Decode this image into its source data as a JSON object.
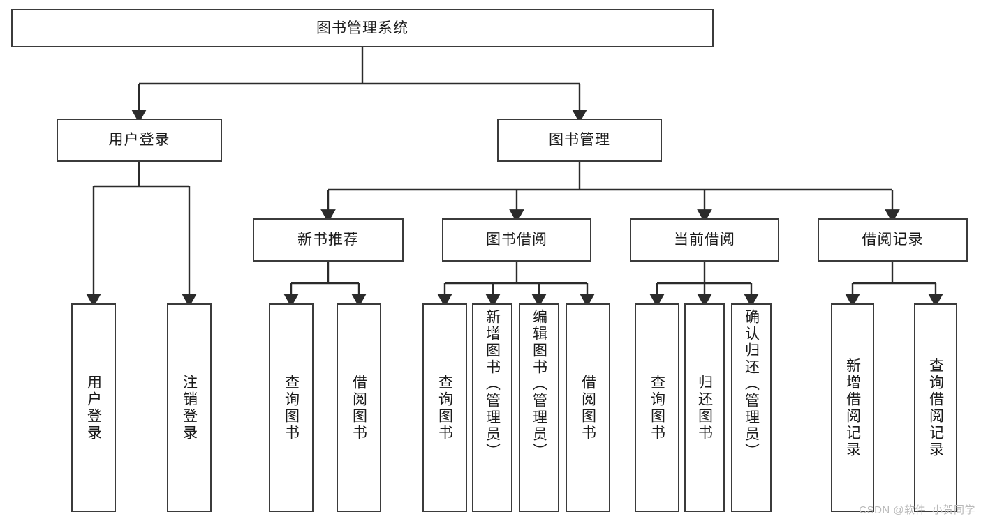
{
  "diagram": {
    "title": "图书管理系统",
    "type": "tree-hierarchy-diagram",
    "watermark": "CSDN @软件_小贺同学",
    "colors": {
      "box_border": "#3b3b3b",
      "box_fill": "#ffffff",
      "edge": "#2b2b2b",
      "text": "#1a1a1a",
      "watermark": "#b9b9b9"
    },
    "nodes": {
      "root": {
        "label": "图书管理系统"
      },
      "level2": [
        {
          "id": "user-login",
          "label": "用户登录"
        },
        {
          "id": "book-manage",
          "label": "图书管理"
        }
      ],
      "level3": [
        {
          "id": "new-book-recommend",
          "label": "新书推荐"
        },
        {
          "id": "book-borrow",
          "label": "图书借阅"
        },
        {
          "id": "current-borrow",
          "label": "当前借阅"
        },
        {
          "id": "borrow-record",
          "label": "借阅记录"
        }
      ],
      "leaves": {
        "user_login": [
          {
            "id": "leaf-user-login",
            "label": "用户登录"
          },
          {
            "id": "leaf-logout-login",
            "label": "注销登录"
          }
        ],
        "new_book_recommend": [
          {
            "id": "leaf-query-book-1",
            "label": "查询图书"
          },
          {
            "id": "leaf-borrow-book-1",
            "label": "借阅图书"
          }
        ],
        "book_borrow": [
          {
            "id": "leaf-query-book-2",
            "label": "查询图书"
          },
          {
            "id": "leaf-add-book-admin",
            "label": "新增图书（管理员）"
          },
          {
            "id": "leaf-edit-book-admin",
            "label": "编辑图书（管理员）"
          },
          {
            "id": "leaf-borrow-book-2",
            "label": "借阅图书"
          }
        ],
        "current_borrow": [
          {
            "id": "leaf-query-book-3",
            "label": "查询图书"
          },
          {
            "id": "leaf-return-book",
            "label": "归还图书"
          },
          {
            "id": "leaf-confirm-return-admin",
            "label": "确认归还（管理员）"
          }
        ],
        "borrow_record": [
          {
            "id": "leaf-add-borrow-record",
            "label": "新增借阅记录"
          },
          {
            "id": "leaf-query-borrow-record",
            "label": "查询借阅记录"
          }
        ]
      }
    }
  }
}
